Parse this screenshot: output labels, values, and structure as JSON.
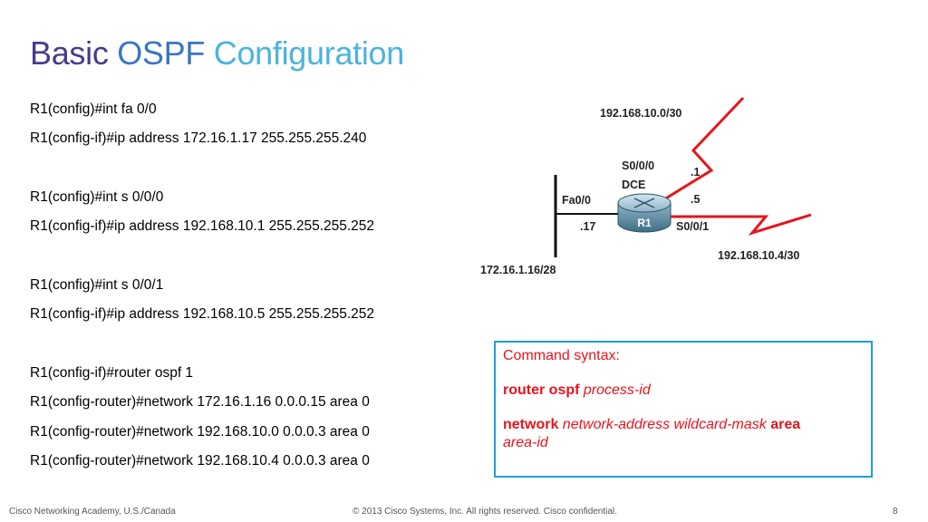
{
  "slide": {
    "title_part1": "Basic ",
    "title_part2": "OSPF ",
    "title_part3": "Configuration"
  },
  "commands": [
    "R1(config)#int fa 0/0",
    "R1(config-if)#ip address 172.16.1.17 255.255.255.240",
    "R1(config)#int s 0/0/0",
    "R1(config-if)#ip address 192.168.10.1 255.255.255.252",
    "R1(config)#int s 0/0/1",
    "R1(config-if)#ip address 192.168.10.5 255.255.255.252",
    "R1(config-if)#router ospf 1",
    "R1(config-router)#network 172.16.1.16 0.0.0.15 area 0",
    "R1(config-router)#network 192.168.10.0 0.0.0.3 area 0",
    "R1(config-router)#network 192.168.10.4 0.0.0.3 area 0"
  ],
  "diagram": {
    "router_name": "R1",
    "net_top": "192.168.10.0/30",
    "net_right": "192.168.10.4/30",
    "net_lan": "172.16.1.16/28",
    "if_s000": "S0/0/0",
    "dce": "DCE",
    "host_1": ".1",
    "host_5": ".5",
    "if_fa00": "Fa0/0",
    "host_17": ".17",
    "if_s001": "S0/0/1",
    "link_color": "#e8141c"
  },
  "syntax": {
    "heading": "Command syntax:",
    "router_kw": "router ospf",
    "process_id": "process-id",
    "network_kw": "network",
    "network_args": "network-address wildcard-mask",
    "area_kw": "area",
    "area_id": "area-id"
  },
  "footer": {
    "left": "Cisco Networking Academy, U.S./Canada",
    "center": "© 2013 Cisco Systems, Inc. All rights reserved. Cisco confidential.",
    "page": "8"
  }
}
